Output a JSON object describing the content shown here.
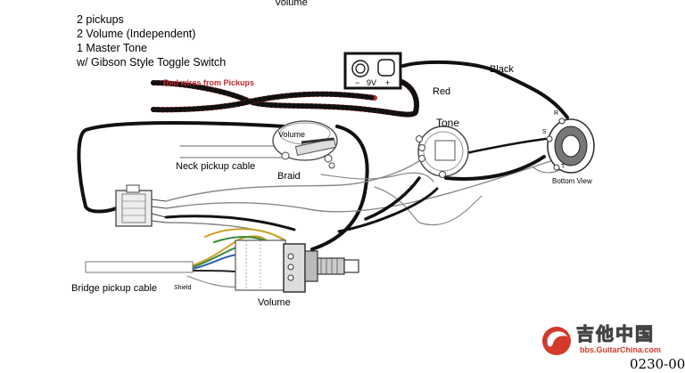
{
  "header": {
    "top_label": "Volume",
    "spec_lines": [
      "2 pickups",
      "2 Volume (Independent)",
      "1 Master Tone",
      "w/ Gibson Style Toggle Switch"
    ]
  },
  "battery": {
    "minus": "−",
    "voltage": "9V",
    "plus": "+"
  },
  "labels": {
    "red_wires": "Red wires from Pickups",
    "red": "Red",
    "black": "Black",
    "tone": "Tone",
    "volume_neck": "Volume",
    "braid": "Braid",
    "neck_cable": "Neck pickup cable",
    "bridge_cable": "Bridge pickup cable",
    "shield": "Shield",
    "volume_bridge": "Volume",
    "bottom_view": "Bottom View",
    "switch_r": "R",
    "switch_s": "S",
    "switch_t": "T"
  },
  "watermark": {
    "chinese": "吉他中国",
    "url": "bbs.GuitarChina.com"
  },
  "doc_number": "0230-00"
}
